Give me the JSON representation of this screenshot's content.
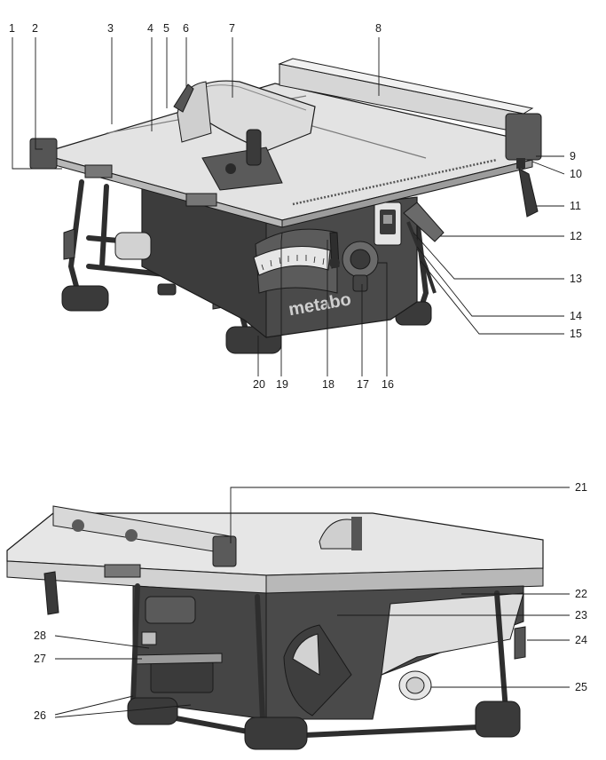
{
  "figure_top": {
    "brand_text": "metabo",
    "callouts": [
      "1",
      "2",
      "3",
      "4",
      "5",
      "6",
      "7",
      "8",
      "9",
      "10",
      "11",
      "12",
      "13",
      "14",
      "15",
      "16",
      "17",
      "18",
      "19",
      "20"
    ]
  },
  "figure_bottom": {
    "callouts": [
      "21",
      "22",
      "23",
      "24",
      "25",
      "26",
      "27",
      "28"
    ]
  },
  "colors": {
    "line": "#1a1a1a",
    "metal_light": "#e3e3e3",
    "metal_mid": "#b8b8b8",
    "body_dark": "#4a4a4a",
    "body_darker": "#2e2e2e"
  }
}
